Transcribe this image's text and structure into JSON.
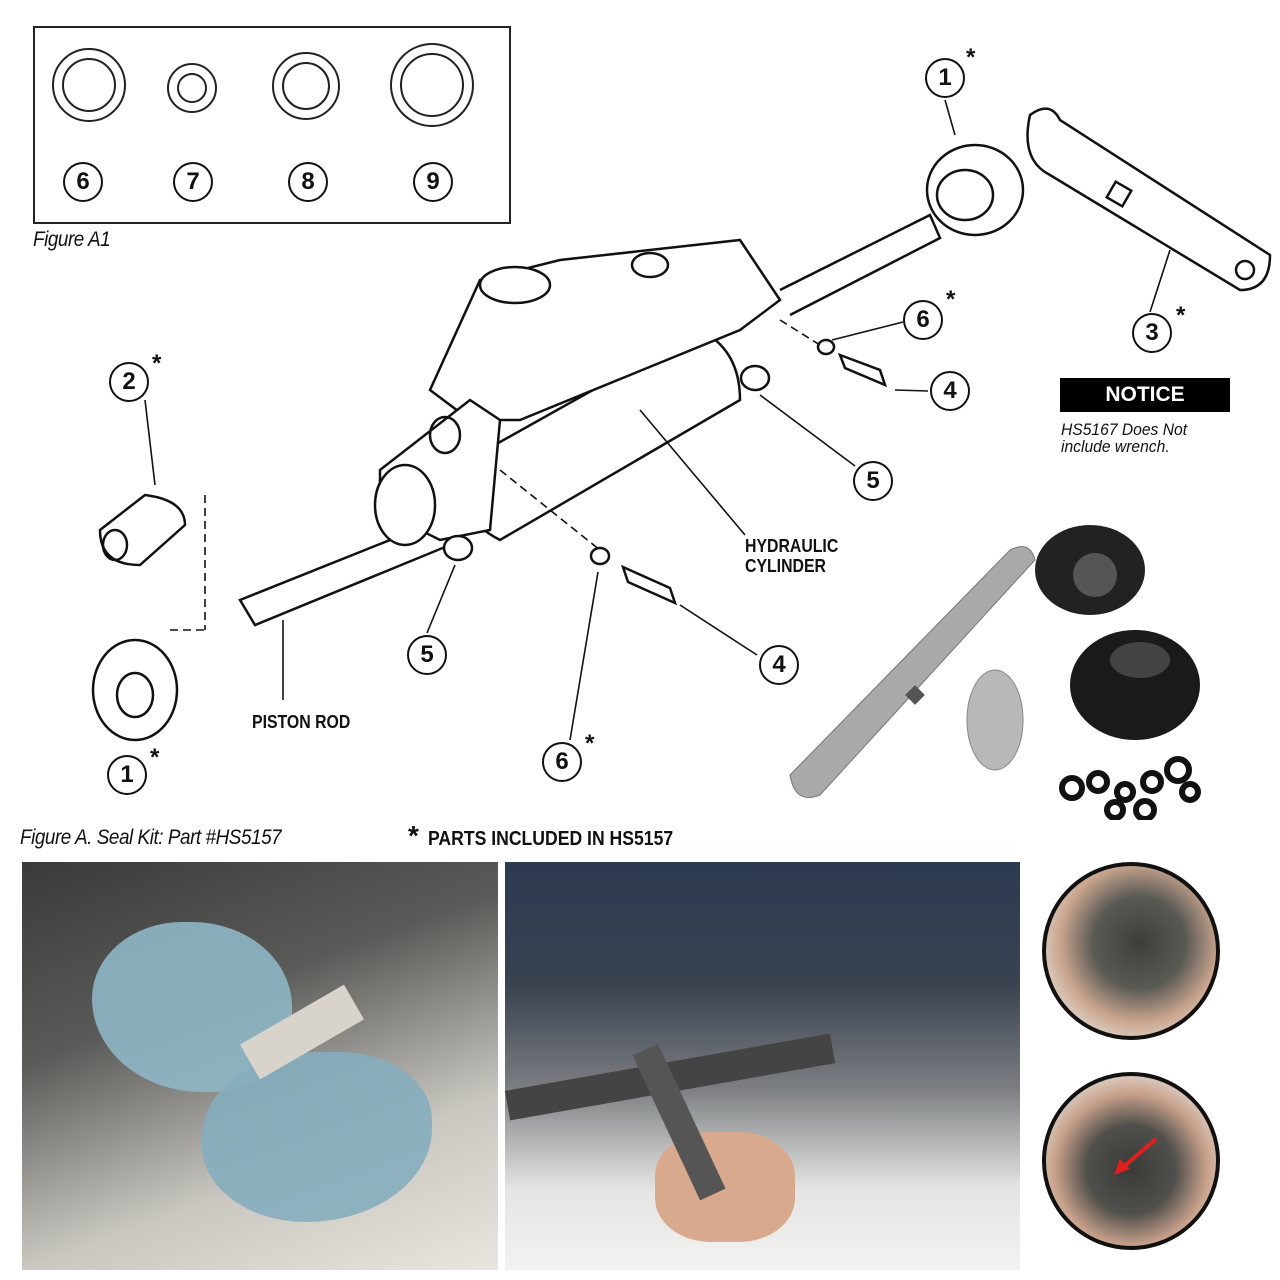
{
  "figure_a1": {
    "caption": "Figure A1",
    "items": [
      "6",
      "7",
      "8",
      "9"
    ]
  },
  "figure_a": {
    "caption": "Figure A. Seal Kit: Part #HS5157",
    "legend_star": "*",
    "legend_text": "PARTS INCLUDED IN HS5157"
  },
  "callouts": [
    {
      "num": "1",
      "star": "*"
    },
    {
      "num": "3",
      "star": "*"
    },
    {
      "num": "6",
      "star": "*"
    },
    {
      "num": "4",
      "star": ""
    },
    {
      "num": "5",
      "star": ""
    },
    {
      "num": "2",
      "star": "*"
    },
    {
      "num": "5",
      "star": ""
    },
    {
      "num": "4",
      "star": ""
    },
    {
      "num": "6",
      "star": "*"
    },
    {
      "num": "1",
      "star": "*"
    }
  ],
  "labels": {
    "hydraulic_cylinder": "HYDRAULIC CYLINDER",
    "piston_rod": "PISTON ROD"
  },
  "notice": {
    "title": "NOTICE",
    "text": "HS5167 Does Not include wrench."
  }
}
